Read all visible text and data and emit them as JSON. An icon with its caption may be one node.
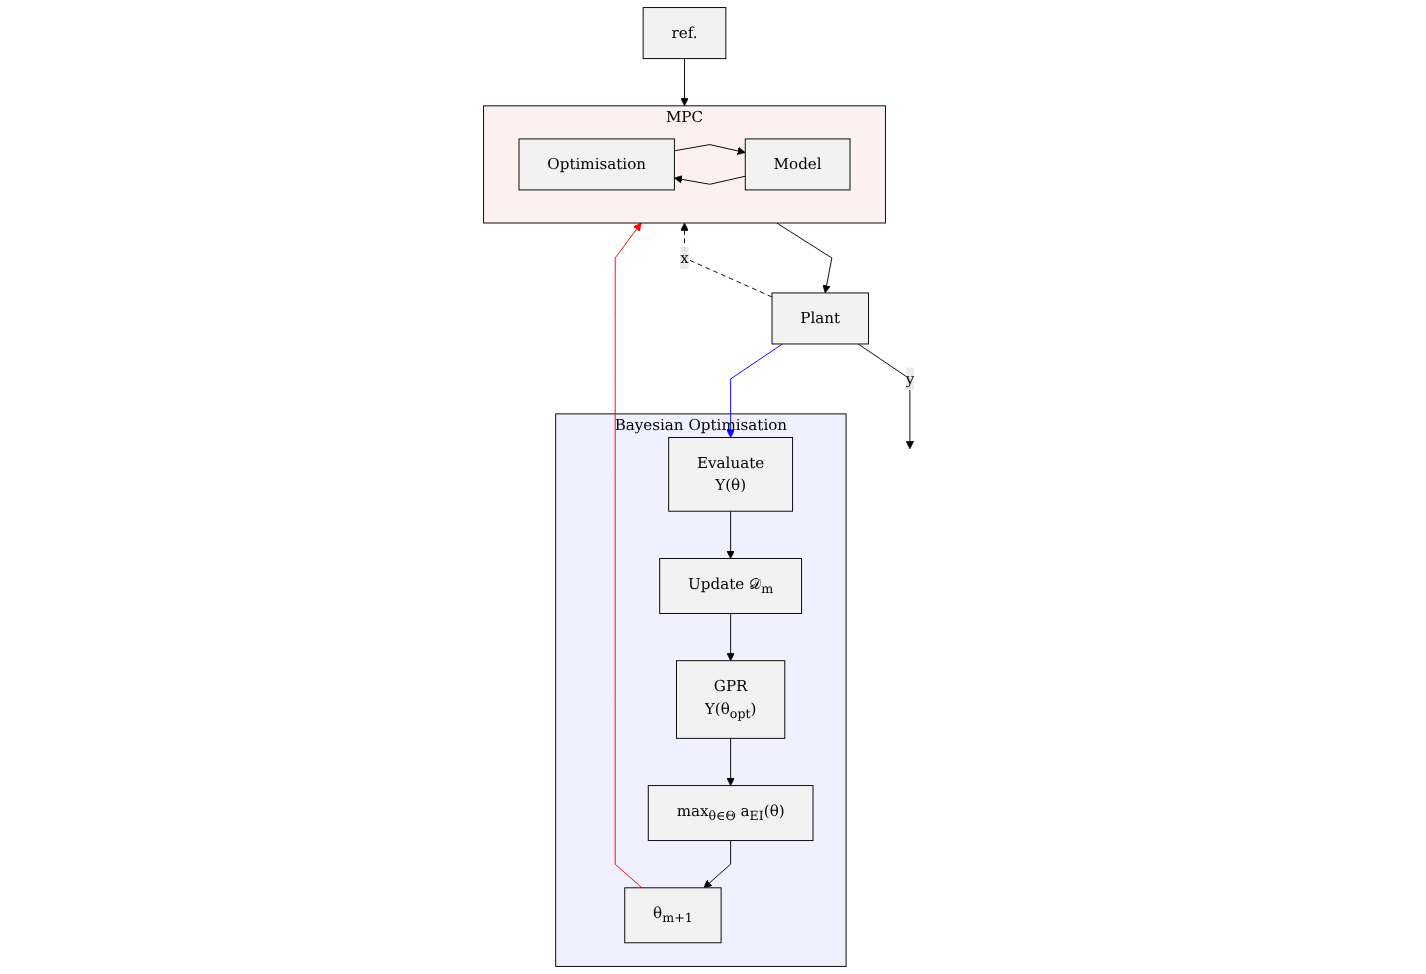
{
  "diagram": {
    "nodes": [
      {
        "text": [
          "Bayesian Optimisation"
        ]
      },
      {
        "text": [
          "max$_{θ∈Θ}$ a$_{EI}$(θ)"
        ],
        "in": 0
      },
      {
        "text": [
          "GPR",
          "Υ(θ$_{opt}$)"
        ],
        "in": 0
      },
      {
        "text": [
          "Update 𝒟$_{m}$"
        ],
        "in": 0
      },
      {
        "text": [
          "θ$_{m+1}$"
        ],
        "in": 0
      },
      {
        "text": [
          "Evaluate",
          "Υ(θ)"
        ],
        "in": 0
      },
      {
        "text": [
          "MPC"
        ]
      },
      {
        "text": [
          "Optimisation"
        ],
        "in": 6
      },
      {
        "text": [
          "Model"
        ],
        "in": 6
      },
      {
        "text": [
          "ref."
        ]
      },
      {
        "text": [
          "Plant"
        ]
      }
    ],
    "edges": [
      {
        "from": 3,
        "to": 2,
        "arrow": "to"
      },
      {
        "from": 2,
        "to": 1,
        "arrow": "to"
      },
      {
        "from": 1,
        "to": 4,
        "arrow": "to"
      },
      {
        "from": 4,
        "to": 6,
        "arrow": "to",
        "color": "#ff0000"
      },
      {
        "from": 5,
        "to": 3,
        "arrow": "to"
      },
      {
        "from": 10,
        "to": 5,
        "arrow": "to",
        "color": "#0000ff"
      },
      {
        "from": 9,
        "to": 6,
        "arrow": "to"
      },
      {
        "from": 6,
        "to": 10,
        "arrow": "to"
      },
      {
        "from": 7,
        "to": 8,
        "arrow": "to"
      },
      {
        "from": 8,
        "to": 7,
        "arrow": "to"
      },
      {
        "from": 10,
        "to": null,
        "arrow": "to",
        "label": "y"
      },
      {
        "from": 10,
        "to": 6,
        "arrow": "to",
        "label": "x",
        "style": "dashed"
      }
    ]
  }
}
